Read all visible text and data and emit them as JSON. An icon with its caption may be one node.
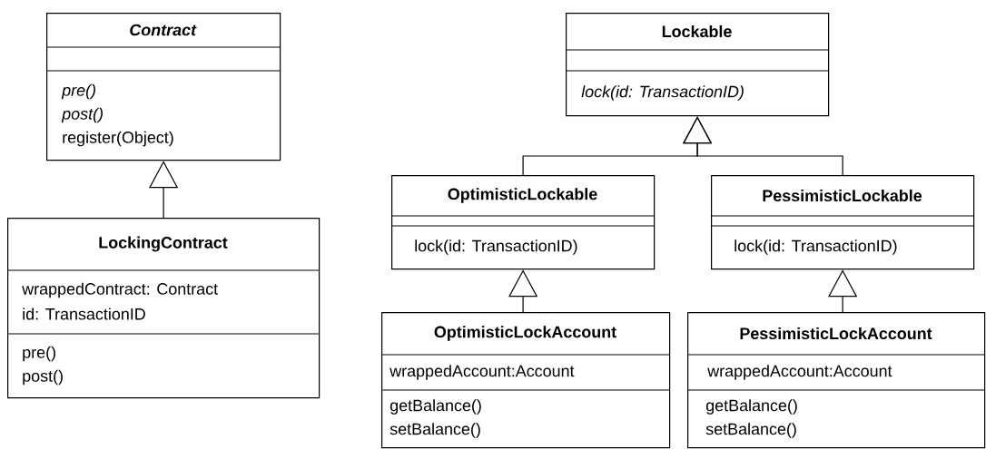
{
  "diagram": {
    "nodes": [
      {
        "text": [
          "*Contract*",
          "*pre()*",
          "*post()*",
          "register(Object)"
        ]
      },
      {
        "text": [
          "LockingContract",
          "wrappedContract: Contract",
          "id: TransactionID",
          "pre()",
          "post()"
        ]
      },
      {
        "text": [
          "Lockable",
          "*lock(id: TransactionID)*"
        ]
      },
      {
        "text": [
          "OptimisticLockable",
          "lock(id: TransactionID)"
        ]
      },
      {
        "text": [
          "PessimisticLockable",
          "lock(id: TransactionID)"
        ]
      },
      {
        "text": [
          "OptimisticLockAccount",
          "wrappedAccount:Account",
          "getBalance()",
          "setBalance()"
        ]
      },
      {
        "text": [
          "PessimisticLockAccount",
          "wrappedAccount:Account",
          "getBalance()",
          "setBalance()"
        ]
      }
    ],
    "edges": [
      {
        "from": 1,
        "to": 0,
        "arrow": "to"
      },
      {
        "from": 3,
        "to": 2,
        "arrow": "to"
      },
      {
        "from": 4,
        "to": 2,
        "arrow": "to"
      },
      {
        "from": 5,
        "to": 3,
        "arrow": "to"
      },
      {
        "from": 6,
        "to": 4,
        "arrow": "to"
      }
    ]
  }
}
